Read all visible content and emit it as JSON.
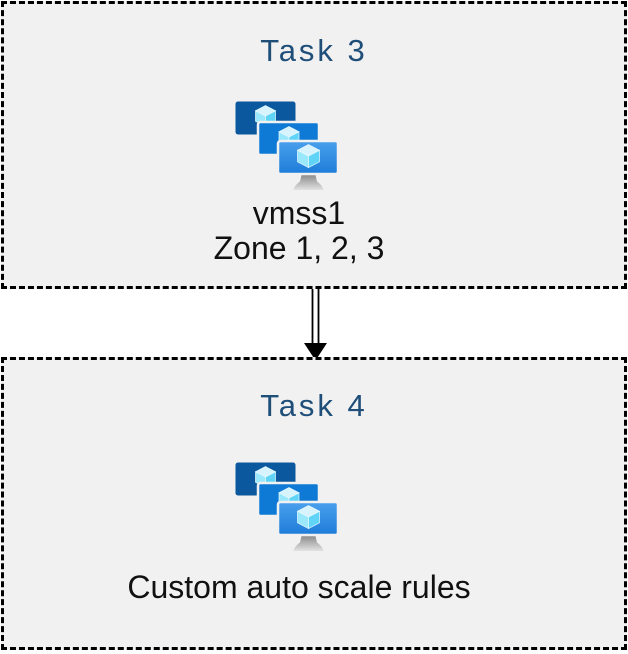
{
  "diagram": {
    "canvas_bg": "#ffffff",
    "node_fill": "#f1f1f1",
    "node_border_color": "#000000",
    "title_color": "#1f4e79",
    "body_text_color": "#111111",
    "icon": {
      "name": "virtual-machine-scale-set-icon",
      "screen_back": "#0b589e",
      "screen_middle": "#0f7ad5",
      "screen_front_top": "#49a0ec",
      "screen_front_bottom": "#1e7cd9",
      "cube_top": "#d6f3fe",
      "cube_left": "#9ae8fc",
      "cube_right": "#5fd4f6",
      "stand_dark": "#8c8c8c",
      "stand_light": "#e2e2e2"
    },
    "nodes": [
      {
        "title": "Task 3",
        "lines": [
          "vmss1",
          "Zone 1, 2, 3"
        ]
      },
      {
        "title": "Task 4",
        "lines": [
          "Custom auto scale rules"
        ]
      }
    ],
    "connector": {
      "style": "double-line-arrow",
      "direction": "down",
      "from": "Task 3",
      "to": "Task 4"
    }
  }
}
